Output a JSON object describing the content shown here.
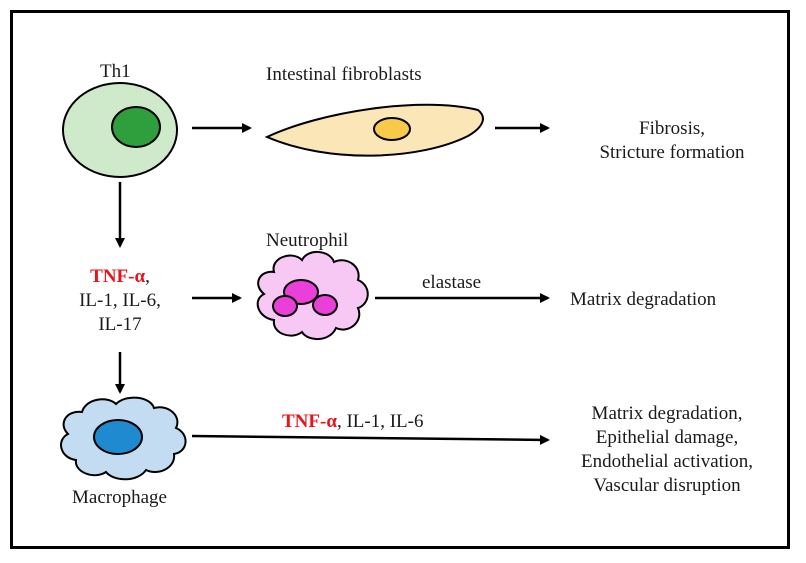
{
  "nodes": {
    "th1": {
      "label": "Th1",
      "color": "#cfeacb",
      "nucleus_color": "#2f9e3c"
    },
    "fibroblast": {
      "label": "Intestinal fibroblasts",
      "color": "#fbe6b8",
      "nucleus_color": "#f9c94a"
    },
    "neutrophil": {
      "label": "Neutrophil",
      "color": "#f8c8f5",
      "nucleus_color": "#ea3fd8"
    },
    "macrophage": {
      "label": "Macrophage",
      "color": "#c3dcf1",
      "nucleus_color": "#1f8ad0"
    }
  },
  "cytokines": {
    "tnf": "TNF-α",
    "sep": ",",
    "line2": "IL-1, IL-6,",
    "line3": "IL-17"
  },
  "edges": {
    "elastase": "elastase",
    "macro_tnf": "TNF-α",
    "macro_rest": ", IL-1, IL-6"
  },
  "outcomes": {
    "fibrosis": [
      "Fibrosis,",
      "Stricture formation"
    ],
    "neutrophil": "Matrix degradation",
    "macrophage": [
      "Matrix degradation,",
      "Epithelial damage,",
      "Endothelial activation,",
      "Vascular disruption"
    ]
  },
  "colors": {
    "highlight": "#e8141b",
    "outline": "#000000"
  }
}
